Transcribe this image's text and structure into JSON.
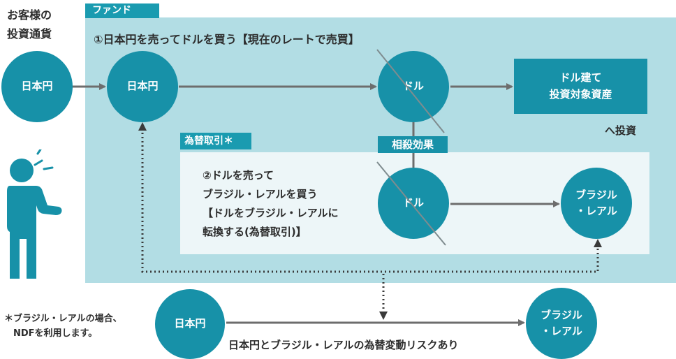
{
  "customer_currency_label": "お客様の\n投資通貨",
  "fund": {
    "tab_label": "ファンド",
    "step1_text": "①日本円を売ってドルを買う【現在のレートで売買】",
    "nodes": {
      "customer_jpy": "日本円",
      "fund_jpy": "日本円",
      "usd_top": "ドル",
      "usd_assets": "ドル建て\n投資対象資産",
      "invest_label": "へ投資",
      "offset_label": "相殺効果"
    }
  },
  "fx": {
    "tab_label": "為替取引＊",
    "step2_text": "②ドルを売って\nブラジル・レアルを買う\n【ドルをブラジル・レアルに\n転換する(為替取引)】",
    "usd_bottom": "ドル",
    "brl": "ブラジル\n・レアル"
  },
  "bottom": {
    "jpy": "日本円",
    "brl": "ブラジル\n・レアル",
    "risk_label": "日本円とブラジル・レアルの為替変動リスクあり"
  },
  "footnote": "＊ブラジル・レアルの場合、\n　NDFを利用します。",
  "colors": {
    "circle": "#1791a8",
    "fund_bg": "#b2dde4",
    "fx_bg": "#edf6f8",
    "arrow": "#6d6d6d"
  },
  "icons": {
    "person": "person-icon",
    "alert": "alert-lines-icon"
  }
}
